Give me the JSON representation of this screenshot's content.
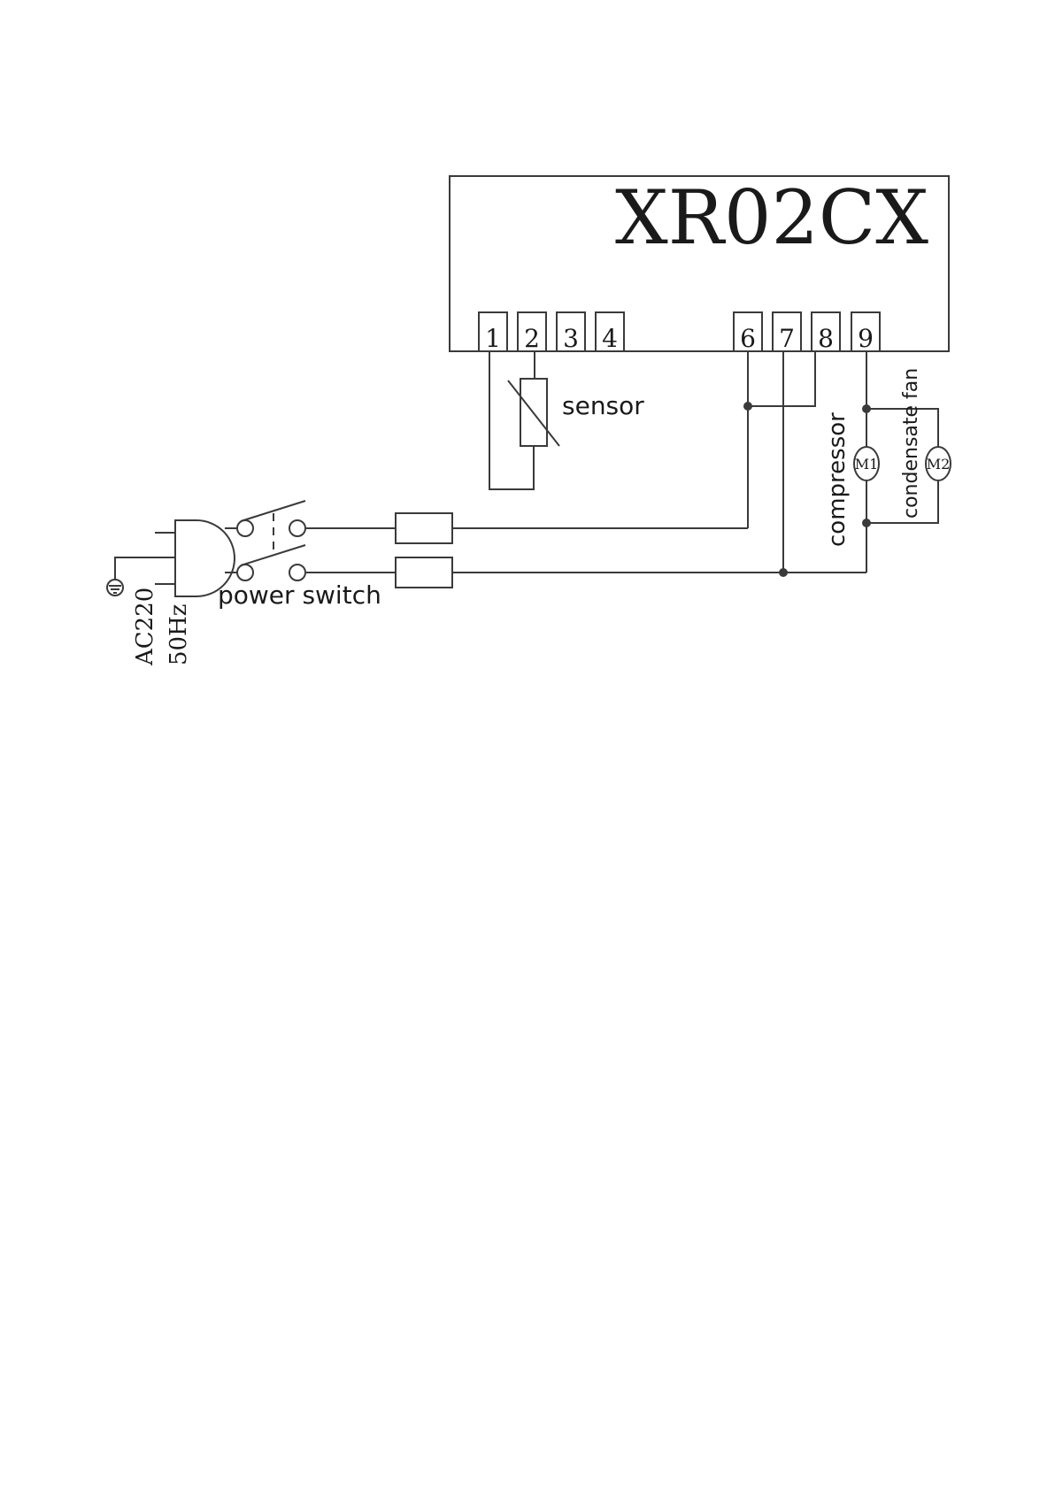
{
  "controller": {
    "model": "XR02CX"
  },
  "terminals": [
    "1",
    "2",
    "3",
    "4",
    "6",
    "7",
    "8",
    "9"
  ],
  "labels": {
    "sensor": "sensor",
    "compressor": "compressor",
    "condensate_fan": "condensate fan",
    "power_switch": "power switch",
    "supply_voltage": "AC220",
    "supply_frequency": "50Hz"
  },
  "motors": [
    "M1",
    "M2"
  ]
}
